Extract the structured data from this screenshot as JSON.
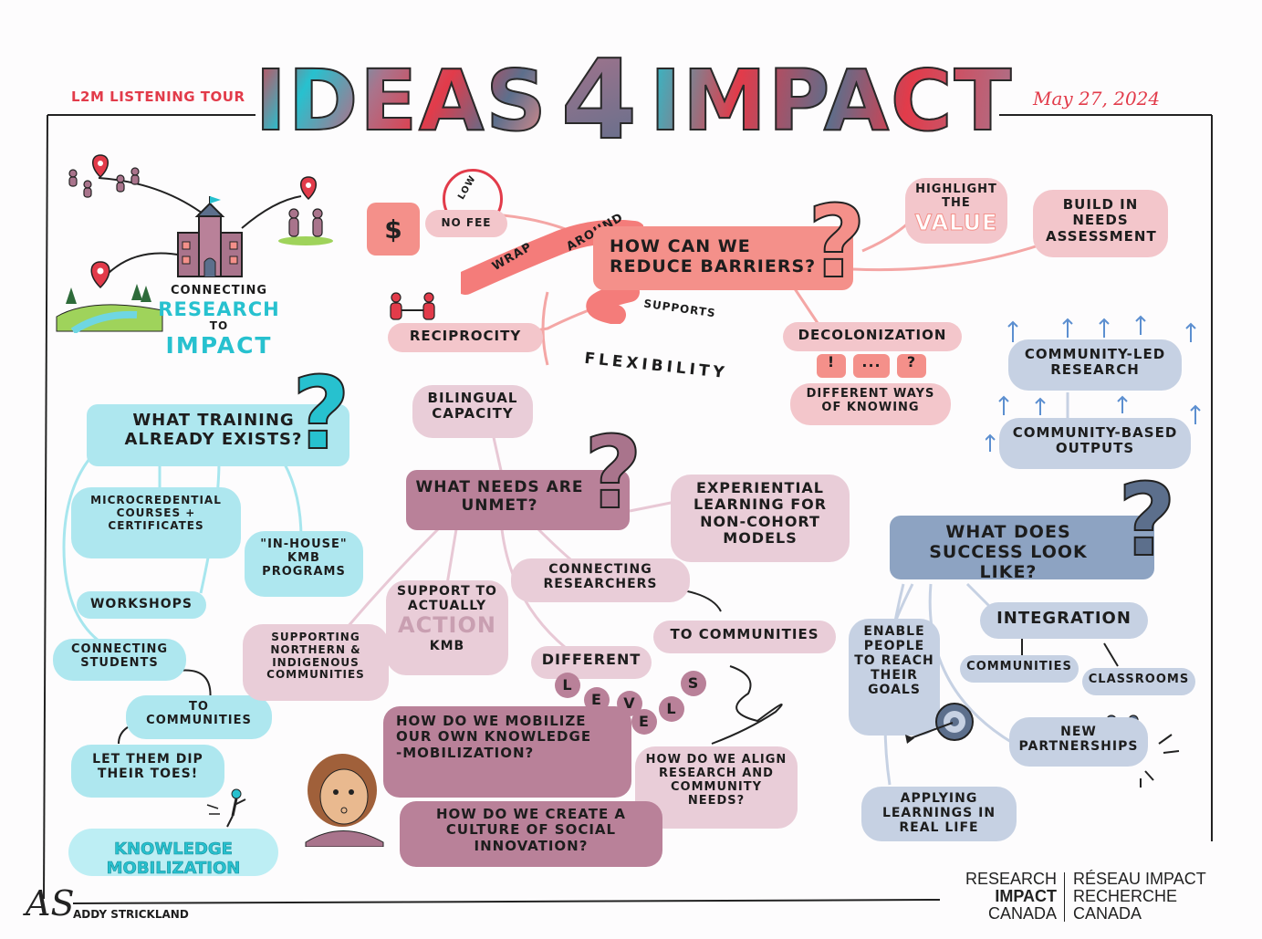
{
  "header": {
    "left_label": "L2M LISTENING TOUR",
    "title_part1": "IDEAS",
    "title_num": "4",
    "title_part2": "IMPACT",
    "date": "May 27, 2024"
  },
  "logo_left": {
    "line1": "CONNECTING",
    "line2": "RESEARCH",
    "line3": "TO",
    "line4": "IMPACT"
  },
  "barriers": {
    "question": "HOW CAN WE REDUCE BARRIERS?",
    "fee_top": "$",
    "no_fee": "NO FEE",
    "low": "LOW",
    "wrap": "WRAP",
    "around": "AROUND",
    "supports": "SUPPORTS",
    "highlight_1": "HIGHLIGHT THE",
    "highlight_2": "VALUE",
    "needs_assessment": "BUILD IN NEEDS ASSESSMENT",
    "reciprocity": "RECIPROCITY",
    "flexibility": "FLEXIBILITY",
    "decolonization": "DECOLONIZATION",
    "ways_of_knowing": "DIFFERENT WAYS OF KNOWING",
    "symbols": [
      "!",
      "...",
      "?"
    ]
  },
  "community": {
    "led": "COMMUNITY-LED RESEARCH",
    "based": "COMMUNITY-BASED OUTPUTS"
  },
  "training": {
    "question": "WHAT TRAINING ALREADY EXISTS?",
    "micro": "MICROCREDENTIAL COURSES + CERTIFICATES",
    "inhouse": "\"IN-HOUSE\" KMB PROGRAMS",
    "workshops": "WORKSHOPS",
    "connecting_students": "CONNECTING STUDENTS",
    "to_communities": "TO COMMUNITIES",
    "dip": "LET THEM DIP THEIR TOES!",
    "km": "KNOWLEDGE MOBILIZATION"
  },
  "needs": {
    "bilingual": "BILINGUAL CAPACITY",
    "question": "WHAT NEEDS ARE UNMET?",
    "experiential": "EXPERIENTIAL LEARNING FOR NON-COHORT MODELS",
    "support_1": "SUPPORT TO ACTUALLY",
    "support_2": "ACTION",
    "support_3": "KMB",
    "connecting_researchers": "CONNECTING RESEARCHERS",
    "to_communities": "TO COMMUNITIES",
    "northern": "SUPPORTING NORTHERN & INDIGENOUS COMMUNITIES",
    "different": "DIFFERENT",
    "levels": [
      "L",
      "E",
      "V",
      "E",
      "L",
      "S"
    ],
    "align": "HOW DO WE ALIGN RESEARCH AND COMMUNITY NEEDS?",
    "mobilize": "HOW DO WE MOBILIZE OUR OWN KNOWLEDGE -MOBILIZATION?",
    "culture": "HOW DO WE CREATE A CULTURE OF SOCIAL INNOVATION?"
  },
  "success": {
    "question": "WHAT DOES SUCCESS LOOK LIKE?",
    "enable": "ENABLE PEOPLE TO REACH THEIR GOALS",
    "integration": "INTEGRATION",
    "communities": "COMMUNITIES",
    "classrooms": "CLASSROOMS",
    "partnerships": "NEW PARTNERSHIPS",
    "applying": "APPLYING LEARNINGS IN REAL LIFE"
  },
  "footer": {
    "artist": "ADDY STRICKLAND",
    "brand_en_1": "RESEARCH",
    "brand_en_2": "IMPACT",
    "brand_en_3": "CANADA",
    "brand_fr_1": "RÉSEAU IMPACT",
    "brand_fr_2": "RECHERCHE",
    "brand_fr_3": "CANADA"
  },
  "colors": {
    "red": "#e23b4a",
    "teal": "#27c1cf",
    "mauve": "#a9748c",
    "slate": "#5c6f8c",
    "salmon": "#f4908a"
  }
}
